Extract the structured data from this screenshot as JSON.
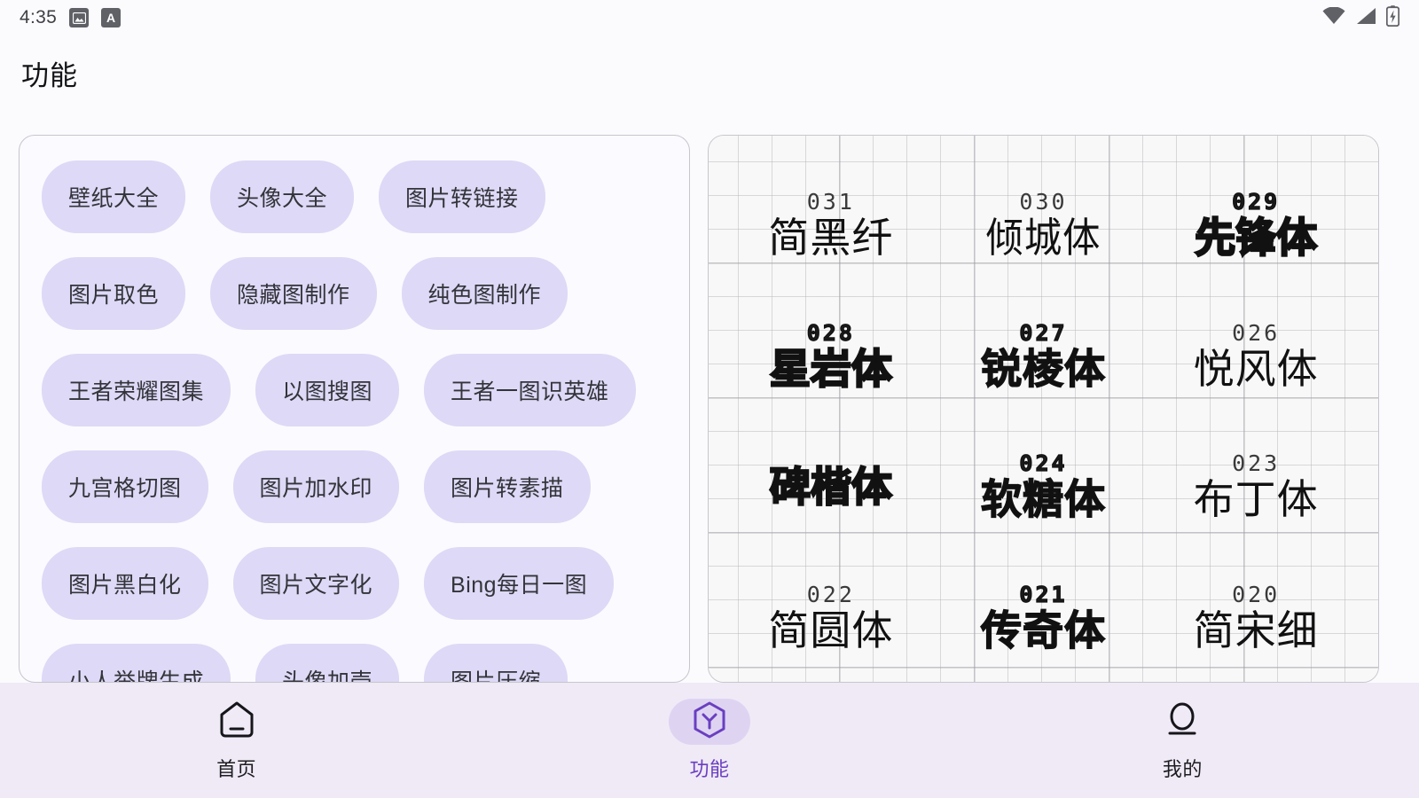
{
  "status_bar": {
    "time": "4:35",
    "left_icons": [
      {
        "name": "image-notification-icon"
      },
      {
        "name": "letter-a-notification-icon",
        "label": "A"
      }
    ],
    "right_icons": [
      {
        "name": "wifi-icon"
      },
      {
        "name": "cellular-signal-icon"
      },
      {
        "name": "battery-charging-icon"
      }
    ]
  },
  "header": {
    "title": "功能"
  },
  "tools_card": {
    "rows": [
      [
        "壁纸大全",
        "头像大全",
        "图片转链接"
      ],
      [
        "图片取色",
        "隐藏图制作",
        "纯色图制作"
      ],
      [
        "王者荣耀图集",
        "以图搜图",
        "王者一图识英雄"
      ],
      [
        "九宫格切图",
        "图片加水印",
        "图片转素描"
      ],
      [
        "图片黑白化",
        "图片文字化",
        "Bing每日一图"
      ],
      [
        "小人举牌生成",
        "头像加壳",
        "图片压缩"
      ]
    ]
  },
  "fonts_card": {
    "items": [
      {
        "number": "031",
        "name": "简黑纤"
      },
      {
        "number": "030",
        "name": "倾城体"
      },
      {
        "number": "029",
        "name": "先锋体"
      },
      {
        "number": "028",
        "name": "星岩体"
      },
      {
        "number": "027",
        "name": "锐棱体"
      },
      {
        "number": "026",
        "name": "悦风体"
      },
      {
        "number": "",
        "name": "碑楷体"
      },
      {
        "number": "024",
        "name": "软糖体"
      },
      {
        "number": "023",
        "name": "布丁体"
      },
      {
        "number": "022",
        "name": "简圆体"
      },
      {
        "number": "021",
        "name": "传奇体"
      },
      {
        "number": "020",
        "name": "简宋细"
      }
    ]
  },
  "bottom_nav": {
    "items": [
      {
        "label": "首页",
        "icon": "home-icon",
        "active": false
      },
      {
        "label": "功能",
        "icon": "cube-function-icon",
        "active": true
      },
      {
        "label": "我的",
        "icon": "person-icon",
        "active": false
      }
    ]
  },
  "colors": {
    "accent": "#6a3fc0",
    "chip_bg": "#ddd9f6",
    "nav_bg": "#f0eaf7",
    "page_bg": "#fbfbfd"
  }
}
